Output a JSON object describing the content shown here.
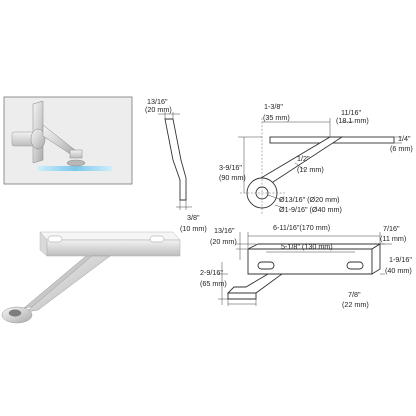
{
  "dimensions": {
    "side_top": "13/16\"",
    "side_top_mm": "(20 mm)",
    "side_bottom": "3/8\"",
    "side_bottom_mm": "(10 mm)",
    "top_width": "1-3/8\"",
    "top_width_mm": "(35 mm)",
    "top_angle": "11/16\"",
    "top_angle_mm": "(18.1 mm)",
    "plate_thick": "1/4\"",
    "plate_thick_mm": "(6 mm)",
    "reach": "3-9/16\"",
    "reach_mm": "(90 mm)",
    "arm_width": "1/2\"",
    "arm_width_mm": "(12 mm)",
    "hole_dia": "Ø13/16\" (Ø20 mm)",
    "ring_dia": "Ø1-9/16\" (Ø40 mm)",
    "front_height": "13/16\"",
    "front_height_mm": "(20 mm)",
    "overall_len": "6-11/16\"(170 mm)",
    "slot_span": "5-1/8\" (130 mm)",
    "slot_width": "7/16\"",
    "slot_width_mm": "(11 mm)",
    "end_height": "1-9/16\"",
    "end_height_mm": "(40 mm)",
    "drop": "2-9/16\"",
    "drop_mm": "(65 mm)",
    "foot": "7/8\"",
    "foot_mm": "(22 mm)"
  },
  "colors": {
    "glass": "#8fd0ee",
    "metal_light": "#e6e6e6",
    "metal_mid": "#c4c4c4",
    "metal_dark": "#9a9a9a",
    "inset_bg": "#eeeeee"
  }
}
